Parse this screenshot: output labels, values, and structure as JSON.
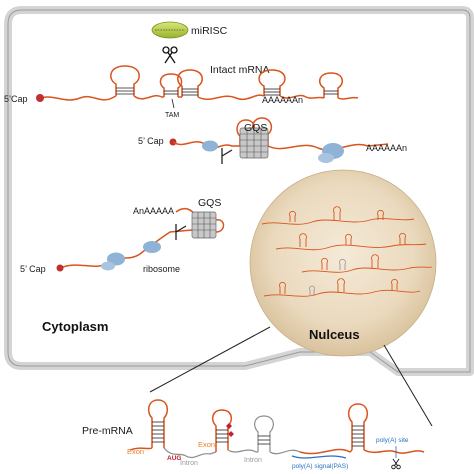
{
  "labels": {
    "mirisc": "miRISC",
    "intact_mrna": "Intact mRNA",
    "cap1": "5’Cap",
    "polya1": "AAAAAAn",
    "tam": "TAM",
    "cap2": "5’ Cap",
    "gqs1": "GQS",
    "polya2": "AAAAAAn",
    "gqs2": "GQS",
    "polya3": "AnAAAAA",
    "cap3": "5’ Cap",
    "ribosome": "ribosome",
    "cytoplasm": "Cytoplasm",
    "nucleus": "Nulceus",
    "pre_mrna": "Pre-mRNA",
    "exon1": "Exon",
    "exon2": "Exon",
    "intron1": "Intron",
    "intron2": "Intron",
    "start_codon": "AUG",
    "polya_signal": "poly(A) signal(PAS)",
    "polya_site": "poly(A) site"
  },
  "colors": {
    "rna": "#d9541e",
    "exon": "#e8822a",
    "intron": "#9a9a9a",
    "ribosome": "#8fb3d6",
    "mirisc": "#b7cf4a",
    "nucleus": "#eadcc2",
    "cell": "#e2e2e2",
    "cap": "#c0302c",
    "signal_blue": "#2a6fc0"
  }
}
